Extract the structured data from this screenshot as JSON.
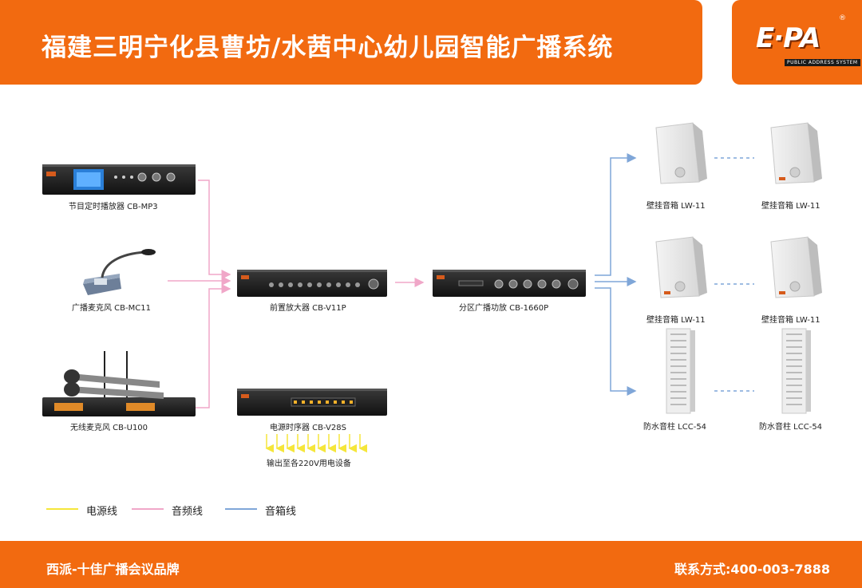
{
  "header": {
    "title": "福建三明宁化县曹坊/水茜中心幼儿园智能广播系统"
  },
  "logo": {
    "brand": "E·PA",
    "subtitle": "PUBLIC ADDRESS SYSTEM",
    "reg": "®"
  },
  "devices": {
    "mp3": {
      "label": "节目定时播放器 CB-MP3"
    },
    "mic": {
      "label": "广播麦克风 CB-MC11"
    },
    "wireless": {
      "label": "无线麦克风 CB-U100"
    },
    "preamp": {
      "label": "前置放大器 CB-V11P"
    },
    "amp": {
      "label": "分区广播功放 CB-1660P"
    },
    "sequencer": {
      "label": "电源时序器 CB-V28S"
    },
    "output": {
      "label": "输出至各220V用电设备"
    }
  },
  "speakers": {
    "wall1a": "壁挂音箱 LW-11",
    "wall1b": "壁挂音箱 LW-11",
    "wall2a": "壁挂音箱 LW-11",
    "wall2b": "壁挂音箱 LW-11",
    "col1": "防水音柱 LCC-54",
    "col2": "防水音柱 LCC-54"
  },
  "legend": {
    "power": {
      "label": "电源线",
      "color": "#f5e63a"
    },
    "audio": {
      "label": "音频线",
      "color": "#f0a7c8"
    },
    "speaker": {
      "label": "音箱线",
      "color": "#7fa6d8"
    }
  },
  "footer": {
    "left": "西派-十佳广播会议品牌",
    "right": "联系方式:400-003-7888"
  }
}
